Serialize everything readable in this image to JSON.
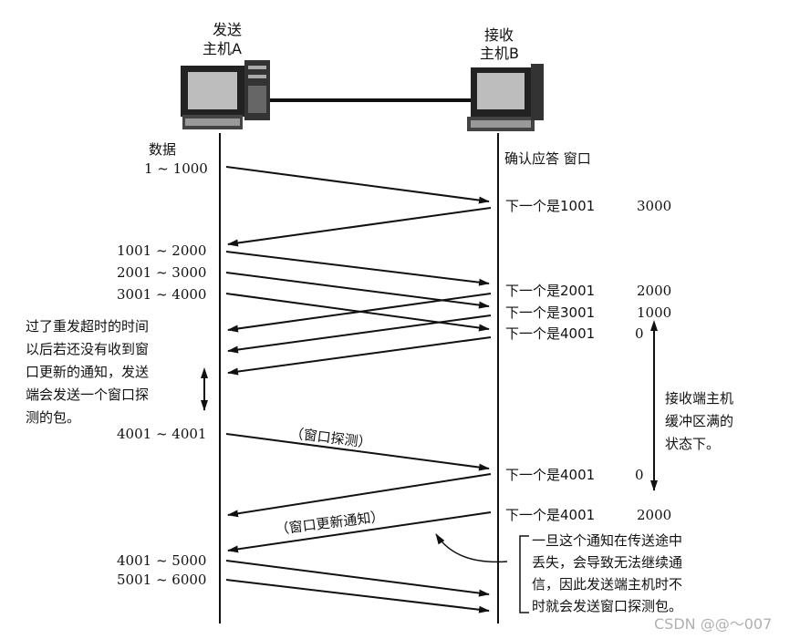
{
  "hosts": {
    "sender": {
      "line1": "发送",
      "line2": "主机A"
    },
    "receiver": {
      "line1": "接收",
      "line2": "主机B"
    }
  },
  "columns": {
    "data": "数据",
    "ack_window": "确认应答 窗口"
  },
  "sender_labels": [
    "1 ~ 1000",
    "1001 ~ 2000",
    "2001 ~ 3000",
    "3001 ~ 4000",
    "4001 ~ 4001",
    "4001 ~ 5000",
    "5001 ~ 6000"
  ],
  "acks": [
    {
      "text": "下一个是1001",
      "window": "3000"
    },
    {
      "text": "下一个是2001",
      "window": "2000"
    },
    {
      "text": "下一个是3001",
      "window": "1000"
    },
    {
      "text": "下一个是4001",
      "window": "0"
    },
    {
      "text": "下一个是4001",
      "window": "0"
    },
    {
      "text": "下一个是4001",
      "window": "2000"
    }
  ],
  "notes": {
    "timeout": [
      "过了重发超时的时间",
      "以后若还没有收到窗",
      "口更新的通知，发送",
      "端会发送一个窗口探",
      "测的包。"
    ],
    "buffer_full": [
      "接收端主机",
      "缓冲区满的",
      "状态下。"
    ],
    "window_probe": "（窗口探测）",
    "window_update": "（窗口更新通知）",
    "lost": [
      "一旦这个通知在传送途中",
      "丢失，会导致无法继续通",
      "信，因此发送端主机时不",
      "时就会发送窗口探测包。"
    ]
  },
  "watermark": "CSDN @@～007"
}
